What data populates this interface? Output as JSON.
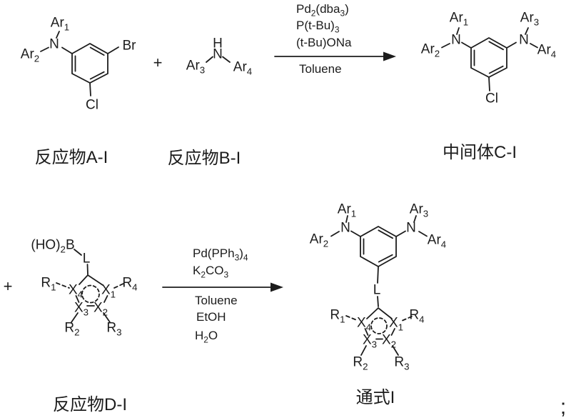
{
  "step1": {
    "reactantA": {
      "name": "反应物A-I",
      "labels": {
        "ar1": "Ar1",
        "n": "N",
        "ar2": "Ar2",
        "br": "Br",
        "cl": "Cl"
      }
    },
    "plus": "+",
    "reactantB": {
      "name": "反应物B-I",
      "labels": {
        "h": "H",
        "n": "N",
        "ar3": "Ar3",
        "ar4": "Ar4"
      }
    },
    "arrow": {
      "above": [
        "Pd2(dba3)",
        "P(t-Bu)3",
        "(t-Bu)ONa"
      ],
      "below": [
        "Toluene"
      ]
    },
    "intermediateC": {
      "name": "中间体C-I",
      "labels": {
        "ar1": "Ar1",
        "ar2": "Ar2",
        "nLeft": "N",
        "ar3": "Ar3",
        "ar4": "Ar4",
        "nRight": "N",
        "cl": "Cl"
      }
    }
  },
  "step2": {
    "plus": "+",
    "reactantD": {
      "name": "反应物D-I",
      "labels": {
        "boron": "(HO)2B",
        "l": "L",
        "r1": "R1",
        "r2": "R2",
        "r3": "R3",
        "r4": "R4",
        "x1": "X1",
        "x2": "X2",
        "x3": "X3",
        "x4": "X4"
      }
    },
    "arrow": {
      "above": [
        "Pd(PPh3)4",
        "K2CO3"
      ],
      "below": [
        "Toluene",
        "EtOH",
        "H2O"
      ]
    },
    "product": {
      "name": "通式I",
      "labels": {
        "ar1": "Ar1",
        "ar2": "Ar2",
        "nLeft": "N",
        "ar3": "Ar3",
        "ar4": "Ar4",
        "nRight": "N",
        "l": "L",
        "r1": "R1",
        "r2": "R2",
        "r3": "R3",
        "r4": "R4",
        "x1": "X1",
        "x2": "X2",
        "x3": "X3",
        "x4": "X4"
      }
    }
  },
  "terminator": ";"
}
